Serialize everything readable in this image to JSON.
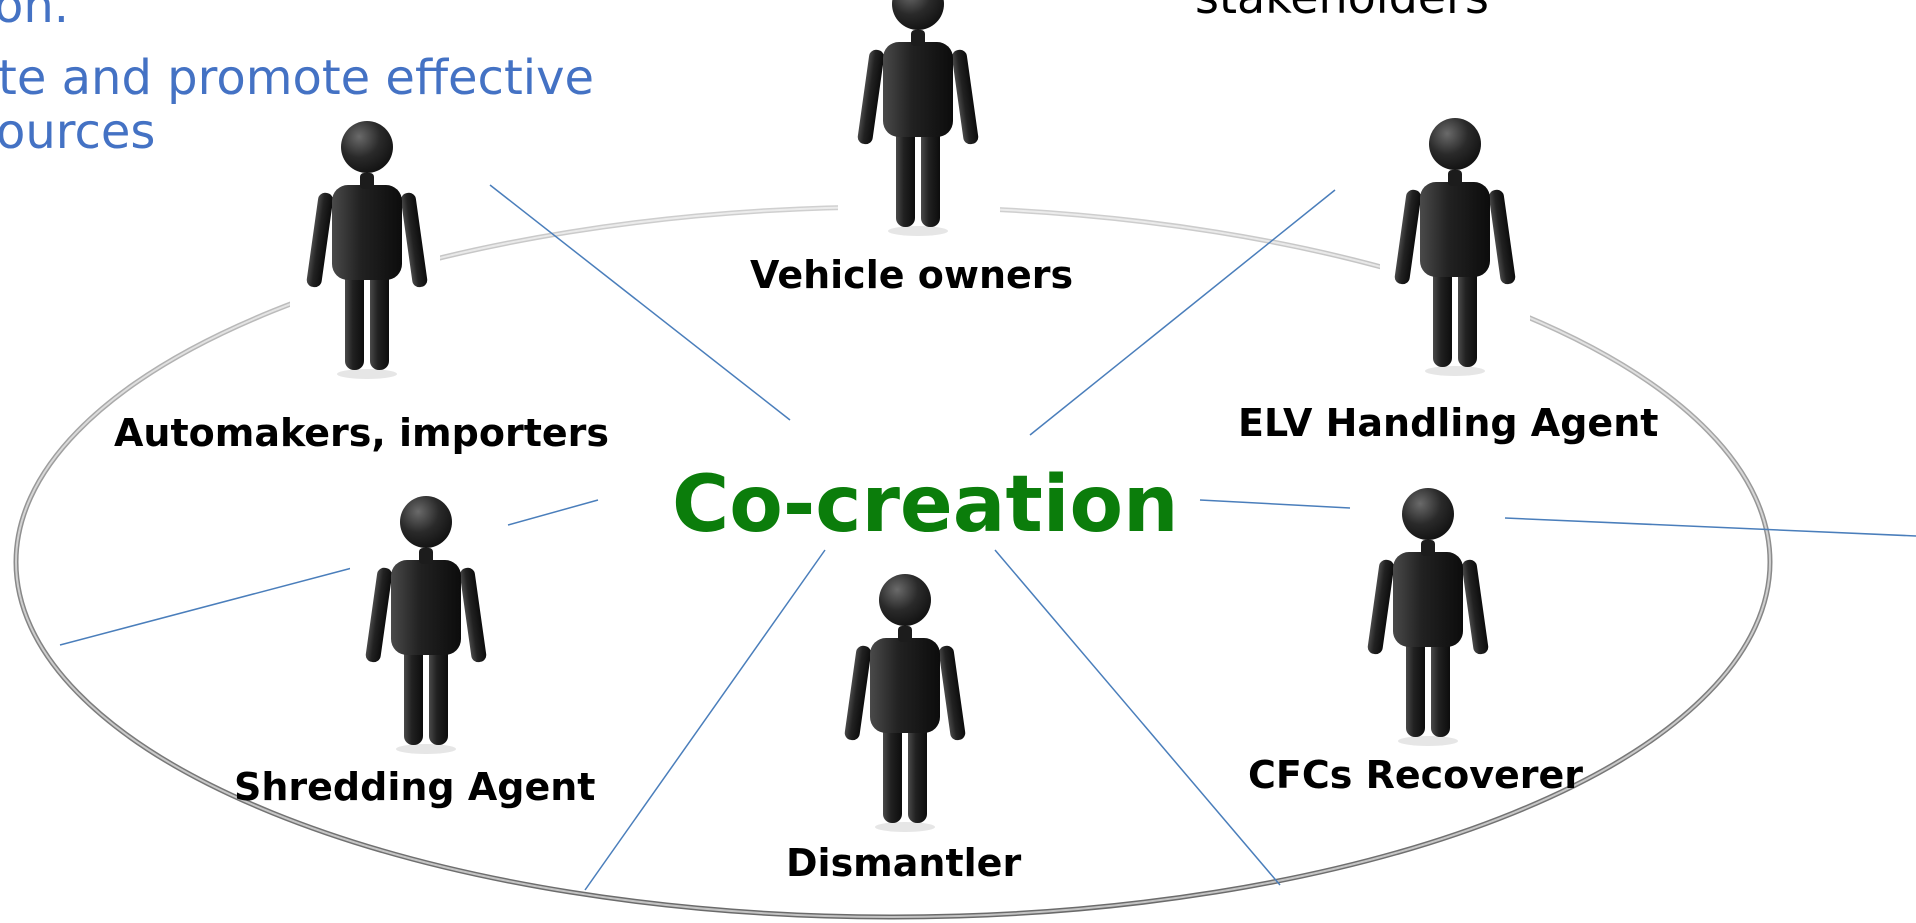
{
  "header": {
    "line1": "on.",
    "line2": "te and promote effective",
    "line3": "ources",
    "stakeholders": "stakeholders"
  },
  "center": {
    "label": "Co-creation"
  },
  "stakeholders": [
    {
      "label": "Vehicle owners"
    },
    {
      "label": "Automakers, importers"
    },
    {
      "label": "ELV Handling Agent"
    },
    {
      "label": "Shredding Agent"
    },
    {
      "label": "Dismantler"
    },
    {
      "label": "CFCs Recoverer"
    }
  ],
  "colors": {
    "header_text": "#4472c4",
    "center_text": "#0b7d0b",
    "connector_lines": "#4a7ebb",
    "ring": "#9a9a9a",
    "figure": "#1e1e1e"
  },
  "icons": {
    "stakeholder": "person-figure-icon"
  }
}
